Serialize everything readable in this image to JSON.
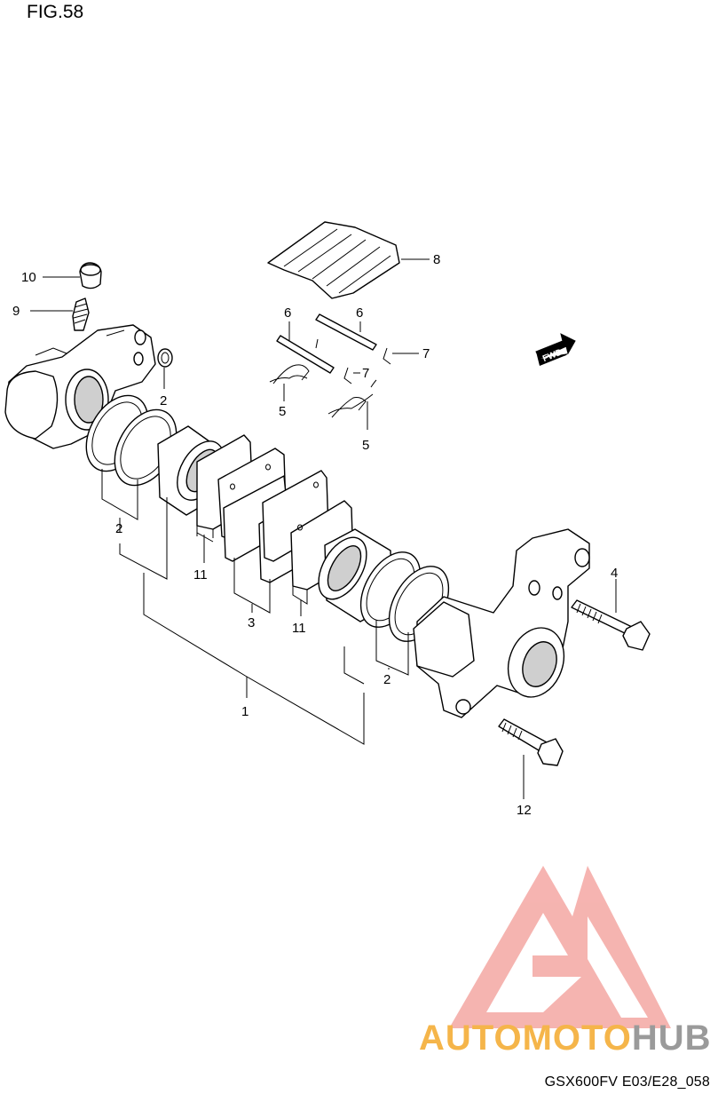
{
  "figure": {
    "title": "FIG.58"
  },
  "footer": {
    "code": "GSX600FV E03/E28_058"
  },
  "fwd_label": "FWD",
  "callouts": {
    "c1": "1",
    "c2a": "2",
    "c2b": "2",
    "c2c": "2",
    "c3": "3",
    "c4": "4",
    "c5a": "5",
    "c5b": "5",
    "c6a": "6",
    "c6b": "6",
    "c7a": "7",
    "c7b": "7",
    "c8": "8",
    "c9": "9",
    "c10": "10",
    "c11a": "11",
    "c11b": "11",
    "c12": "12"
  },
  "watermark": {
    "part1": "AUTO",
    "part2": "MOTO",
    "part3": "HUB",
    "color_red": "#f4a7a3",
    "color_orange": "#f5b54a",
    "color_gray": "#9a9a9a"
  }
}
